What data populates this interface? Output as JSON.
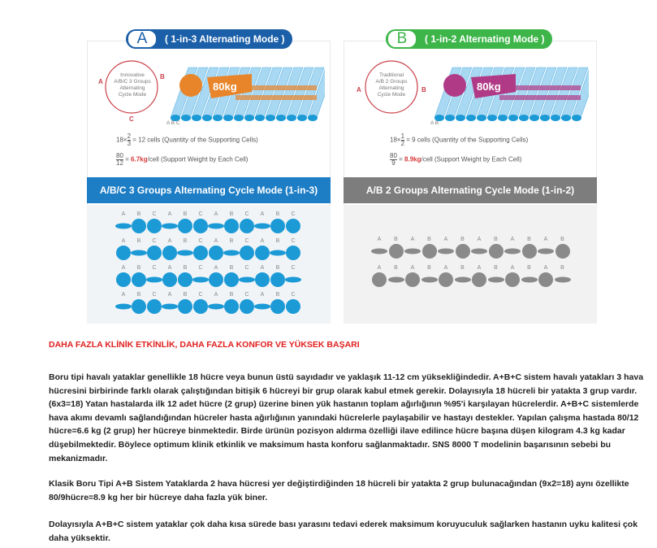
{
  "panel_a": {
    "letter": "A",
    "title": "( 1-in-3 Alternating Mode )",
    "cycle_text": [
      "Innovative",
      "A/B/C 3 Groups",
      "Alternating",
      "Cycle Mode"
    ],
    "cycle_labels": [
      "A",
      "B",
      "C"
    ],
    "weight": "80kg",
    "axis_labels": "A  B  C",
    "formula1_pre": "18×",
    "formula1_num": "2",
    "formula1_den": "3",
    "formula1_post": "= 12 cells (Quantity of the Supporting Cells)",
    "formula2_num": "80",
    "formula2_den": "12",
    "formula2_eq": "=",
    "formula2_value": "6.7kg",
    "formula2_post": "/cell (Support Weight by Each Cell)",
    "bar_title": "A/B/C 3 Groups Alternating Cycle Mode (1-in-3)",
    "groups": [
      "A",
      "B",
      "C"
    ],
    "deflated_per_row": [
      "A",
      "B",
      "C",
      "A"
    ],
    "cells_per_row": 12,
    "color": "#1b9ad6"
  },
  "panel_b": {
    "letter": "B",
    "title": "( 1-in-2 Alternating Mode )",
    "cycle_text": [
      "Traditional",
      "A/B 2 Groups",
      "Alternating",
      "Cycle Mode"
    ],
    "cycle_labels": [
      "A",
      "B"
    ],
    "weight": "80kg",
    "axis_labels": "A  B",
    "formula1_pre": "18×",
    "formula1_num": "1",
    "formula1_den": "2",
    "formula1_post": "= 9 cells (Quantity of the Supporting Cells)",
    "formula2_num": "80",
    "formula2_den": "9",
    "formula2_eq": "=",
    "formula2_value": "8.9kg",
    "formula2_post": "/cell (Support Weight by Each Cell)",
    "bar_title": "A/B 2 Groups Alternating Cycle Mode (1-in-2)",
    "groups": [
      "A",
      "B"
    ],
    "deflated_per_row": [
      "A",
      "B"
    ],
    "cells_per_row": 12,
    "color": "#8a8a8a"
  },
  "article": {
    "heading": "DAHA FAZLA KLİNİK ETKİNLİK, DAHA FAZLA KONFOR VE YÜKSEK BAŞARI",
    "p1": "Boru tipi havalı yataklar genellikle 18 hücre veya bunun üstü sayıdadır ve yaklaşık 11-12 cm yüksekliğindedir. A+B+C  sistem havalı yatakları 3 hava hücresini birbirinde farklı olarak çalıştığından bitişik 6 hücreyi bir grup olarak kabul etmek gerekir. Dolayısıyla 18 hücreli bir yatakta 3 grup vardır. (6x3=18) Yatan hastalarda ilk 12 adet hücre (2 grup) üzerine binen yük hastanın toplam ağırlığının %95'i karşılayan hücrelerdir. A+B+C sistemlerde hava akımı devamlı sağlandığından hücreler hasta ağırlığının yanındaki hücrelerle paylaşabilir ve hastayı destekler. Yapılan çalışma hastada  80/12 hücre=6.6 kg (2 grup) her hücreye binmektedir. Birde ürünün pozisyon aldırma özelliği ilave edilince hücre başına düşen kilogram 4.3 kg kadar düşebilmektedir. Böylece optimum klinik etkinlik ve maksimum hasta konforu sağlanmaktadır. SNS 8000 T modelinin başarısının sebebi bu mekanizmadır.",
    "p2": "Klasik Boru Tipi A+B Sistem Yataklarda 2 hava hücresi yer değiştirdiğinden 18 hücreli bir yatakta 2 grup bulunacağından (9x2=18)  aynı özellikte 80/9hücre=8.9 kg her bir  hücreye daha fazla yük biner.",
    "p3": "Dolayısıyla A+B+C sistem yataklar çok daha kısa sürede bası yarasını tedavi ederek maksimum koruyuculuk sağlarken hastanın uyku kalitesi çok daha yüksektir."
  }
}
